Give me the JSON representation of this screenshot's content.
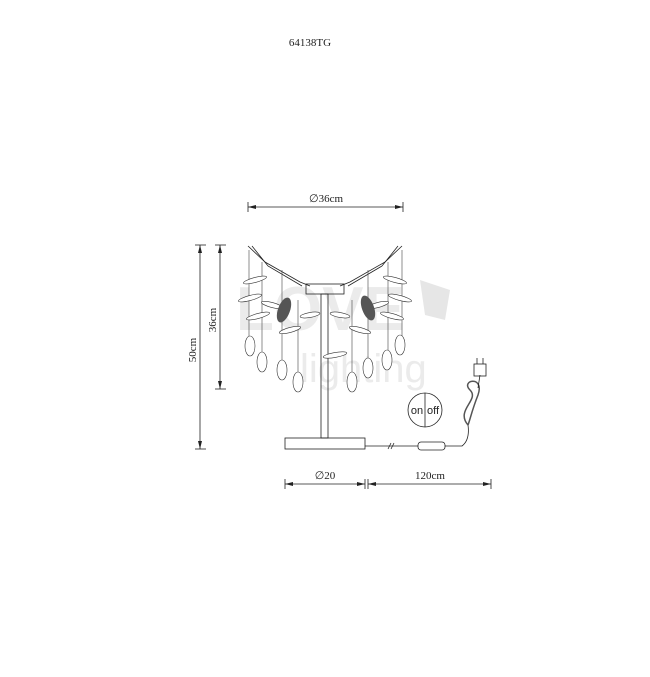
{
  "title": "64138TG",
  "dimensions": {
    "diameter_top": "∅36cm",
    "height_total": "50cm",
    "height_shade": "36cm",
    "diameter_base": "∅20",
    "cord_length": "120cm"
  },
  "switch_label": {
    "on": "on",
    "off": "off"
  },
  "watermark": {
    "line1": "LOVE",
    "line2": "lighting"
  }
}
